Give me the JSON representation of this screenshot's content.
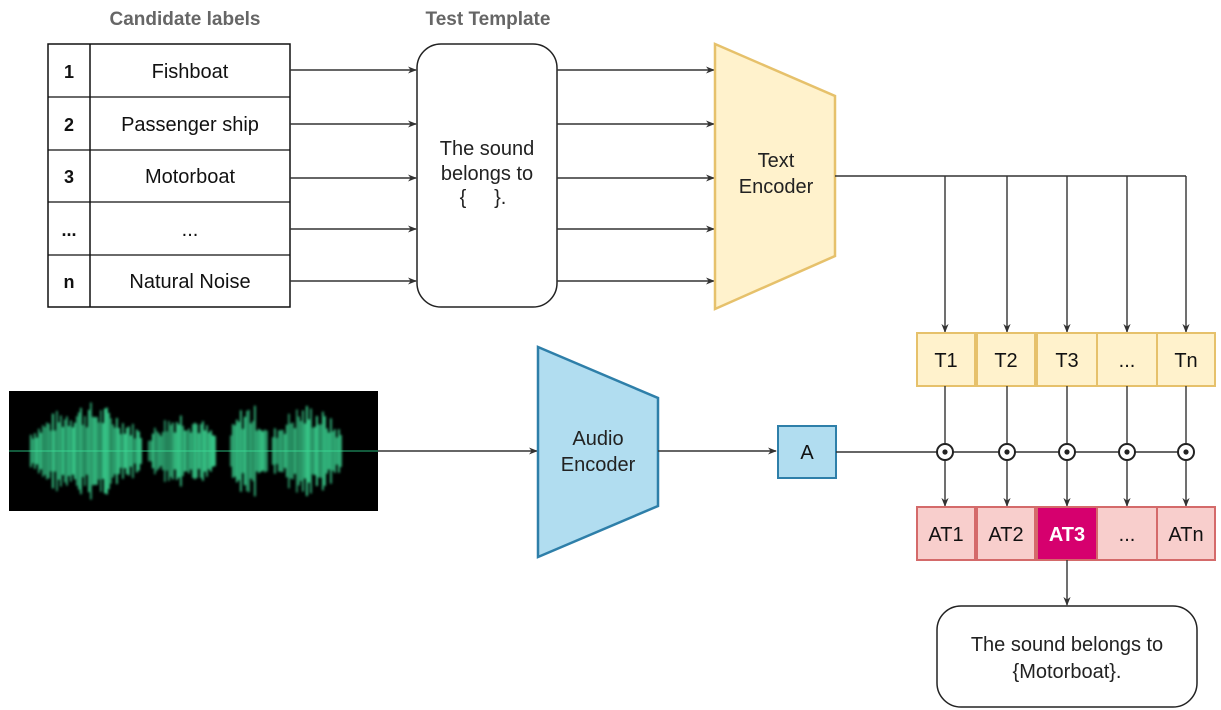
{
  "headers": {
    "candidate_labels": "Candidate labels",
    "test_template": "Test Template"
  },
  "candidates": [
    {
      "index": "1",
      "label": "Fishboat"
    },
    {
      "index": "2",
      "label": "Passenger ship"
    },
    {
      "index": "3",
      "label": "Motorboat"
    },
    {
      "index": "...",
      "label": "..."
    },
    {
      "index": "n",
      "label": "Natural Noise"
    }
  ],
  "template": {
    "line1": "The sound",
    "line2": "belongs to",
    "line3": "{     }."
  },
  "text_encoder": {
    "line1": "Text",
    "line2": "Encoder"
  },
  "audio_encoder": {
    "line1": "Audio",
    "line2": "Encoder"
  },
  "audio_embedding": "A",
  "text_embeddings": [
    "T1",
    "T2",
    "T3",
    "...",
    "Tn"
  ],
  "scores": [
    "AT1",
    "AT2",
    "AT3",
    "...",
    "ATn"
  ],
  "highlighted_score": "AT3",
  "result": {
    "line1": "The sound belongs to",
    "line2": "{Motorboat}."
  },
  "colors": {
    "encoder_text_fill": "#fff2cc",
    "encoder_text_stroke": "#e6c16b",
    "encoder_audio_fill": "#b1ddf0",
    "encoder_audio_stroke": "#2e7fa9",
    "embedding_text_fill": "#fff2cc",
    "embedding_text_stroke": "#e6c16b",
    "embedding_audio_fill": "#b1ddf0",
    "embedding_audio_stroke": "#2e7fa9",
    "score_fill": "#f8cecc",
    "score_stroke": "#d46a6a",
    "score_highlight_fill": "#d6006e",
    "waveform_bg": "#000000",
    "waveform_color": "#3ddc97"
  }
}
